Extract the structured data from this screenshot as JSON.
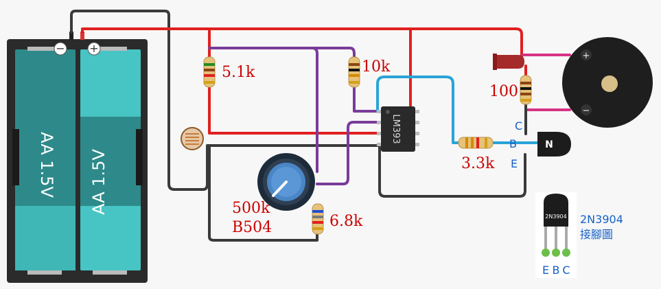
{
  "battery": {
    "cell1_label": "AA 1.5V",
    "cell2_label": "AA 1.5V",
    "neg_symbol": "−",
    "pos_symbol": "+"
  },
  "components": {
    "r_ldr": "5.1k",
    "r_ref": "10k",
    "r_led": "100",
    "r_base": "3.3k",
    "r_pot_low": "6.8k",
    "pot_value": "500k",
    "pot_code": "B504",
    "ic_label": "LM393",
    "transistor_letter": "N",
    "pin_c": "C",
    "pin_b": "B",
    "pin_e": "E",
    "buzzer_plus": "+",
    "buzzer_minus": "−"
  },
  "legend": {
    "part_marking": "2N3904",
    "title_line1": "2N3904",
    "title_line2": "接腳圖",
    "pins": [
      "E",
      "B",
      "C"
    ]
  },
  "colors": {
    "red_wire": "#e02020",
    "purple_wire": "#7a3b9a",
    "blue_wire": "#29a3d8",
    "black_wire": "#3a3a3a",
    "pink_wire": "#d63384",
    "battery_cell": "#2e8a8a",
    "battery_cell_light": "#47c4c4",
    "label_red": "#cc0000",
    "label_blue": "#1560c8"
  }
}
